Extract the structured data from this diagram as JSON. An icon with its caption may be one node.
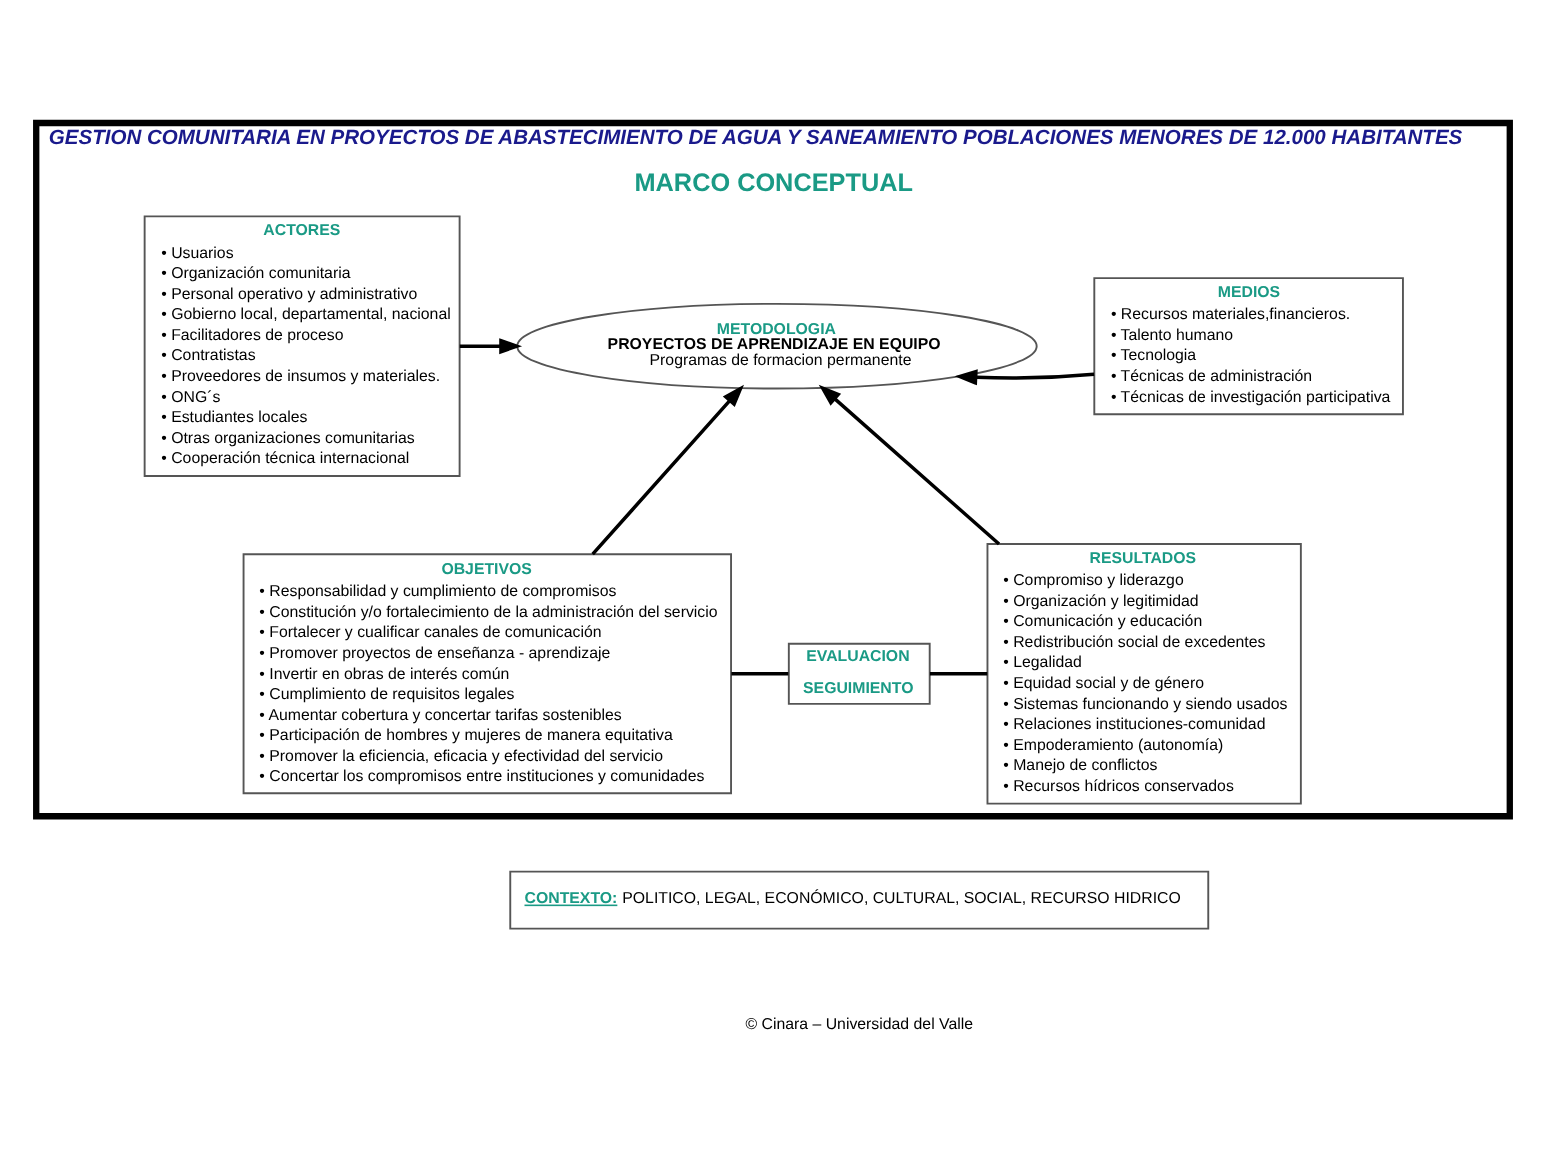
{
  "diagram": {
    "nodes": [
      {
        "text": [
          "GESTION COMUNITARIA EN PROYECTOS DE ABASTECIMIENTO DE AGUA Y SANEAMIENTO POBLACIONES MENORES DE 12.000 HABITANTES",
          "MARCO CONCEPTUAL"
        ]
      },
      {
        "text": [
          "ACTORES",
          "• Usuarios",
          "• Organización comunitaria",
          "• Personal operativo y administrativo",
          "• Gobierno local, departamental, nacional",
          "• Facilitadores de proceso",
          "• Contratistas",
          "• Proveedores de insumos y materiales.",
          "• ONG´s",
          "• Estudiantes locales",
          "• Otras organizaciones comunitarias",
          "• Cooperación técnica internacional"
        ],
        "in": 0
      },
      {
        "text": [
          "METODOLOGIA",
          "PROYECTOS DE APRENDIZAJE EN EQUIPO",
          "Programas de formacion permanente"
        ],
        "in": 0
      },
      {
        "text": [
          "MEDIOS",
          "• Recursos materiales,financieros.",
          "• Talento humano",
          "• Tecnologia",
          "• Técnicas de administración",
          "• Técnicas de investigación participativa"
        ],
        "in": 0
      },
      {
        "text": [
          "OBJETIVOS",
          "• Responsabilidad y cumplimiento de compromisos",
          "• Constitución y/o fortalecimiento de la administración del servicio",
          "• Fortalecer y cualificar canales de comunicación",
          "• Promover proyectos de enseñanza - aprendizaje",
          "• Invertir en obras de interés común",
          "• Cumplimiento de requisitos legales",
          "• Aumentar cobertura y concertar tarifas sostenibles",
          "• Participación de hombres y mujeres de manera equitativa",
          "• Promover la eficiencia, eficacia y efectividad del servicio",
          "• Concertar los compromisos entre instituciones y comunidades"
        ],
        "in": 0
      },
      {
        "text": [
          "RESULTADOS",
          "• Compromiso y liderazgo",
          "• Organización y legitimidad",
          "• Comunicación y educación",
          "• Redistribución social de excedentes",
          "• Legalidad",
          "• Equidad social y de género",
          "• Sistemas funcionando y siendo usados",
          "• Relaciones instituciones-comunidad",
          "• Empoderamiento (autonomía)",
          "• Manejo de conflictos",
          "• Recursos hídricos conservados"
        ],
        "in": 0
      },
      {
        "text": [
          "EVALUACION",
          "SEGUIMIENTO"
        ],
        "in": 0
      },
      {
        "text": [
          "CONTEXTO:",
          "POLITICO, LEGAL, ECONÓMICO, CULTURAL, SOCIAL, RECURSO HIDRICO"
        ]
      }
    ],
    "edges": [
      {
        "from": 1,
        "to": 2,
        "arrow": "to"
      },
      {
        "from": 3,
        "to": 2,
        "arrow": "to"
      },
      {
        "from": 4,
        "to": 2,
        "arrow": "to"
      },
      {
        "from": 5,
        "to": 2,
        "arrow": "to"
      },
      {
        "from": 4,
        "to": 6,
        "arrow": "none"
      },
      {
        "from": 6,
        "to": 5,
        "arrow": "none"
      }
    ],
    "labels": [
      "© Cinara – Universidad del Valle"
    ]
  }
}
